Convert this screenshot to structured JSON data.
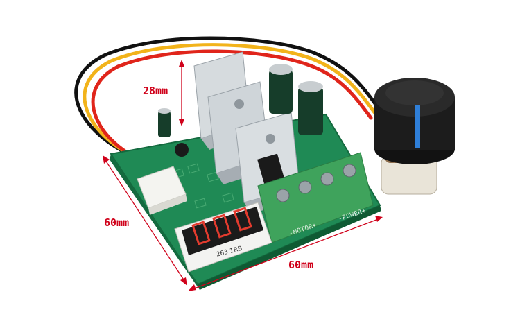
{
  "dimensions": {
    "height_label": "28mm",
    "depth_label": "60mm",
    "width_label": "60mm"
  },
  "board": {
    "silkscreen_motor": "-MOTOR+",
    "silkscreen_power": "-POWER+",
    "display_marking": "263 1RB"
  },
  "colors": {
    "pcb": "#1f8a55",
    "terminal": "#3fa35c",
    "heatsink": "#c9cfd3",
    "knob": "#1c1c1c",
    "knob_stripe": "#2f7fd8",
    "dim_red": "#d0021b",
    "wire_red": "#e0251b",
    "wire_yellow": "#f2b31a",
    "wire_black": "#111111"
  }
}
